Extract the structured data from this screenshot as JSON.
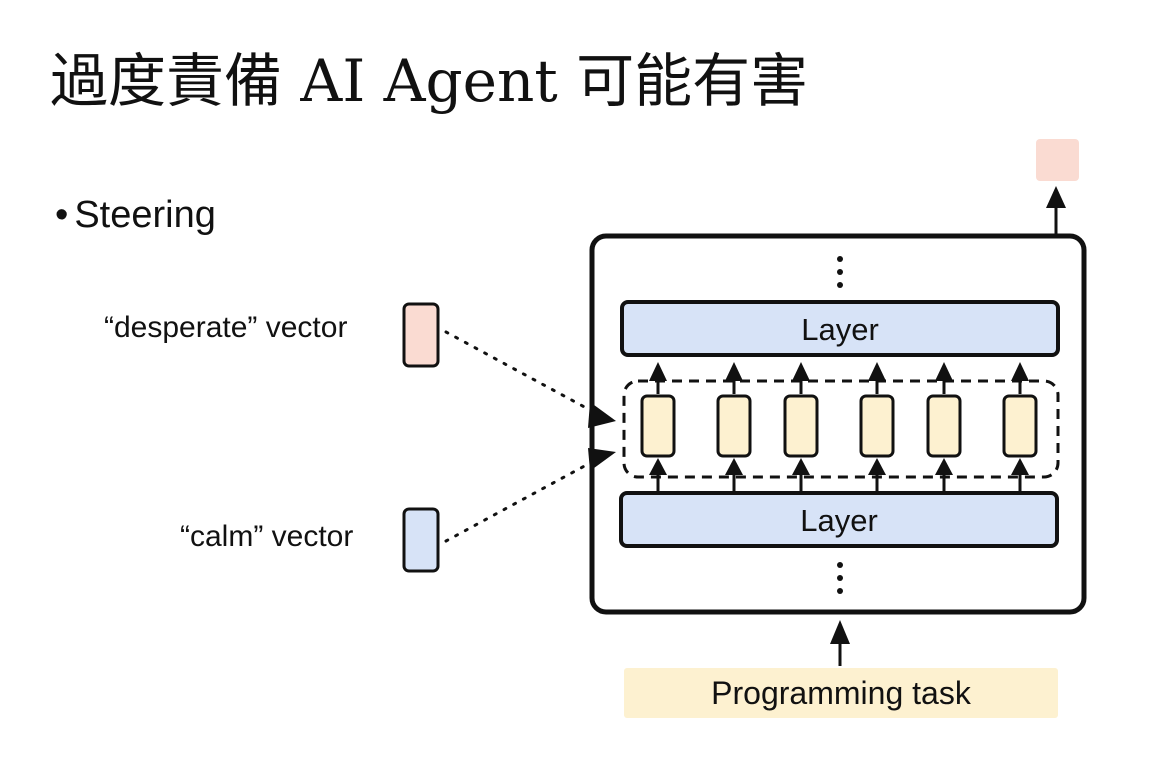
{
  "title": "過度責備 AI Agent 可能有害",
  "bullet": {
    "symbol": "•",
    "text": "Steering"
  },
  "vectors": {
    "desperate": {
      "label": "“desperate” vector",
      "color": "#fadbd2"
    },
    "calm": {
      "label": "“calm” vector",
      "color": "#d7e3f7"
    }
  },
  "model": {
    "layers": [
      {
        "label": "Layer"
      },
      {
        "label": "Layer"
      }
    ],
    "layer_color": "#d7e3f7",
    "activation_color": "#fdf1d0",
    "output_color": "#fadbd2"
  },
  "input": {
    "label": "Programming task",
    "color": "#fdf1d0"
  }
}
